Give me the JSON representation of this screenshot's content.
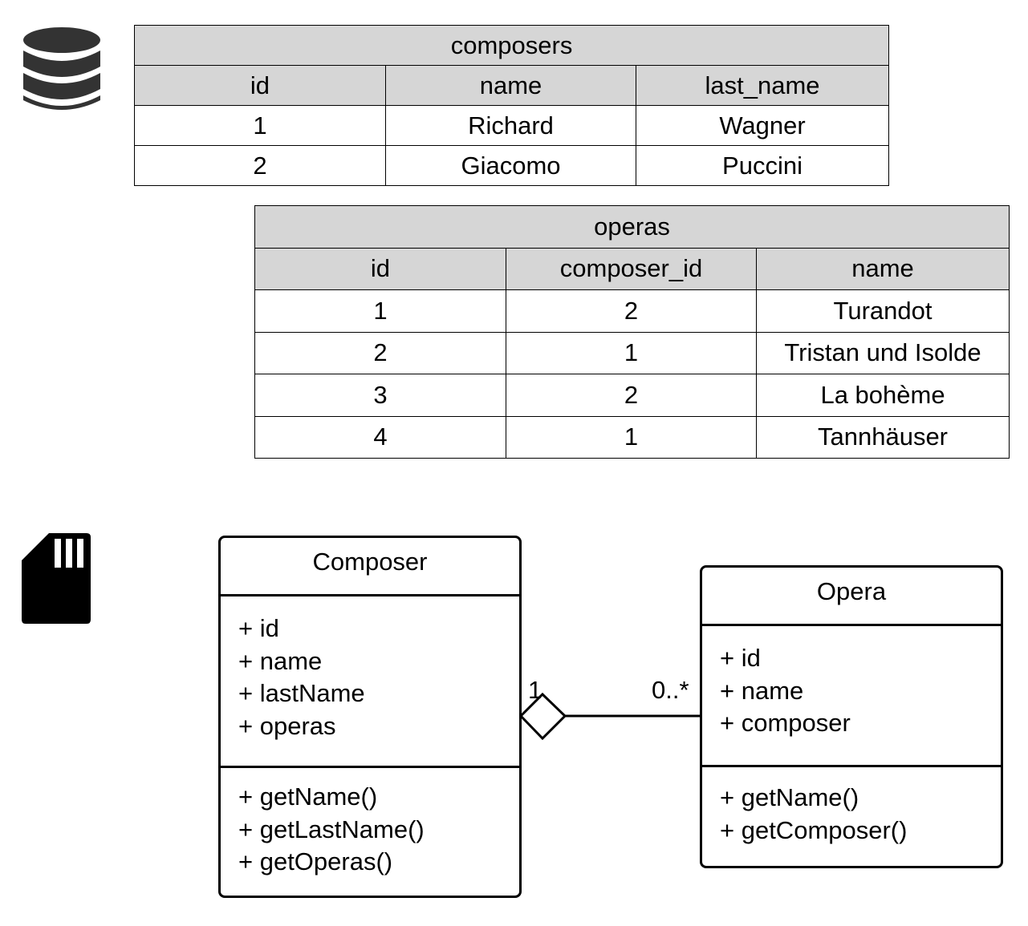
{
  "icons": {
    "database": "database-icon",
    "memory": "sd-card-icon",
    "database_color": "#333333",
    "memory_color": "#000000"
  },
  "colors": {
    "table_header_bg": "#d6d6d6",
    "border": "#000000"
  },
  "composers_table": {
    "title": "composers",
    "headers": [
      "id",
      "name",
      "last_name"
    ],
    "rows": [
      [
        "1",
        "Richard",
        "Wagner"
      ],
      [
        "2",
        "Giacomo",
        "Puccini"
      ]
    ]
  },
  "operas_table": {
    "title": "operas",
    "headers": [
      "id",
      "composer_id",
      "name"
    ],
    "rows": [
      [
        "1",
        "2",
        "Turandot"
      ],
      [
        "2",
        "1",
        "Tristan und Isolde"
      ],
      [
        "3",
        "2",
        "La bohème"
      ],
      [
        "4",
        "1",
        "Tannhäuser"
      ]
    ]
  },
  "composer_class": {
    "name": "Composer",
    "attributes": [
      "+ id",
      "+ name",
      "+ lastName",
      "+ operas"
    ],
    "methods": [
      "+ getName()",
      "+ getLastName()",
      "+ getOperas()"
    ]
  },
  "opera_class": {
    "name": "Opera",
    "attributes": [
      "+ id",
      "+ name",
      "+ composer"
    ],
    "methods": [
      "+ getName()",
      "+ getComposer()"
    ]
  },
  "association": {
    "type": "aggregation",
    "left_multiplicity": "1",
    "right_multiplicity": "0..*"
  }
}
